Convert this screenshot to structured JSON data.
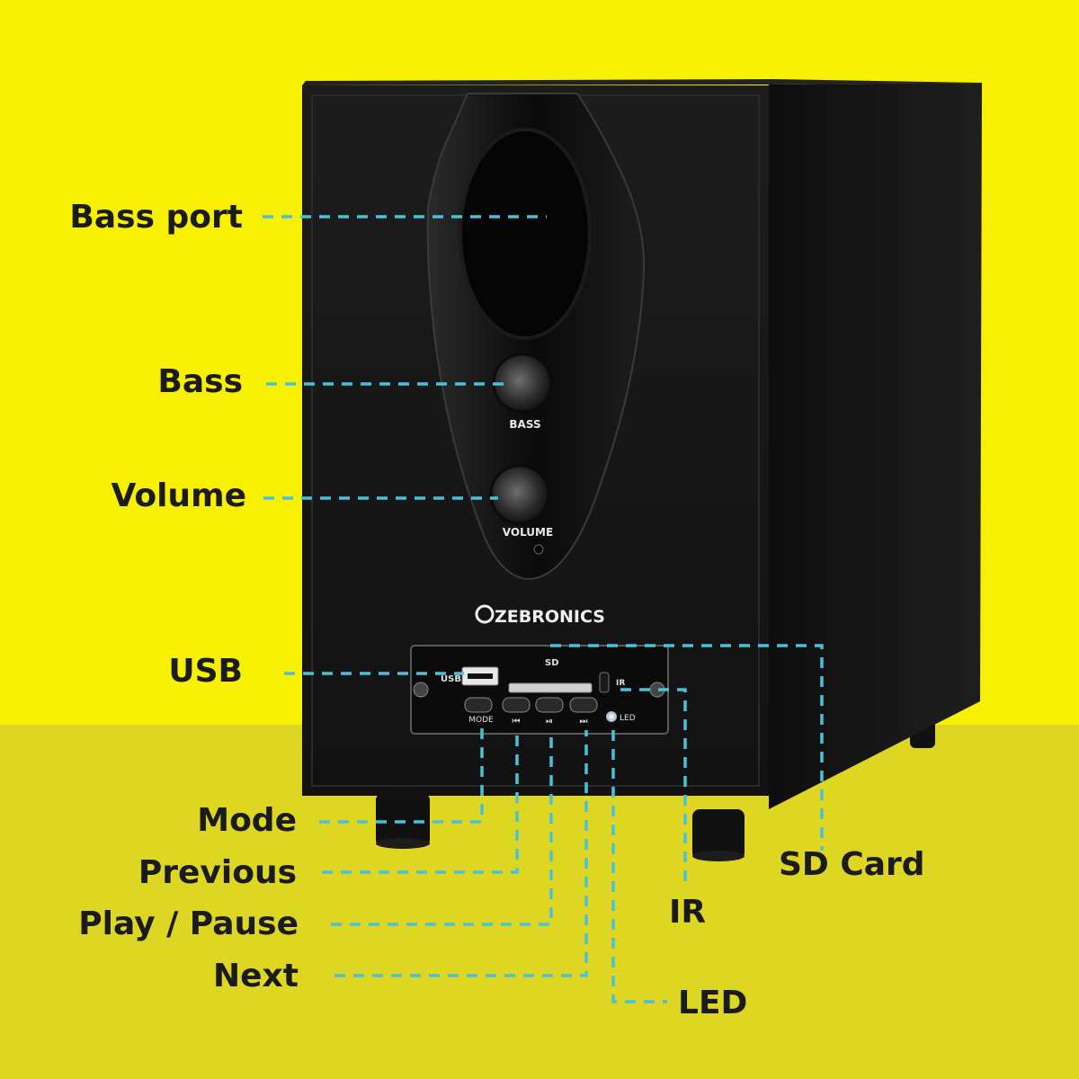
{
  "brand": {
    "logo_text": "ZEBRONICS"
  },
  "panel_markings": {
    "bass_knob": "BASS",
    "volume_knob": "VOLUME",
    "usb": "USB",
    "sd": "SD",
    "ir": "IR",
    "mode": "MODE",
    "led": "LED"
  },
  "callouts": {
    "bass_port": "Bass port",
    "bass": "Bass",
    "volume": "Volume",
    "usb": "USB",
    "mode": "Mode",
    "previous": "Previous",
    "play_pause": "Play / Pause",
    "next": "Next",
    "sd_card": "SD Card",
    "ir": "IR",
    "led": "LED"
  },
  "colors": {
    "background_top": "#f8f003",
    "background_bottom": "#ddd623",
    "leader_line": "#49c2d8",
    "cabinet": "#151515",
    "label_text": "#1b1b1b"
  }
}
